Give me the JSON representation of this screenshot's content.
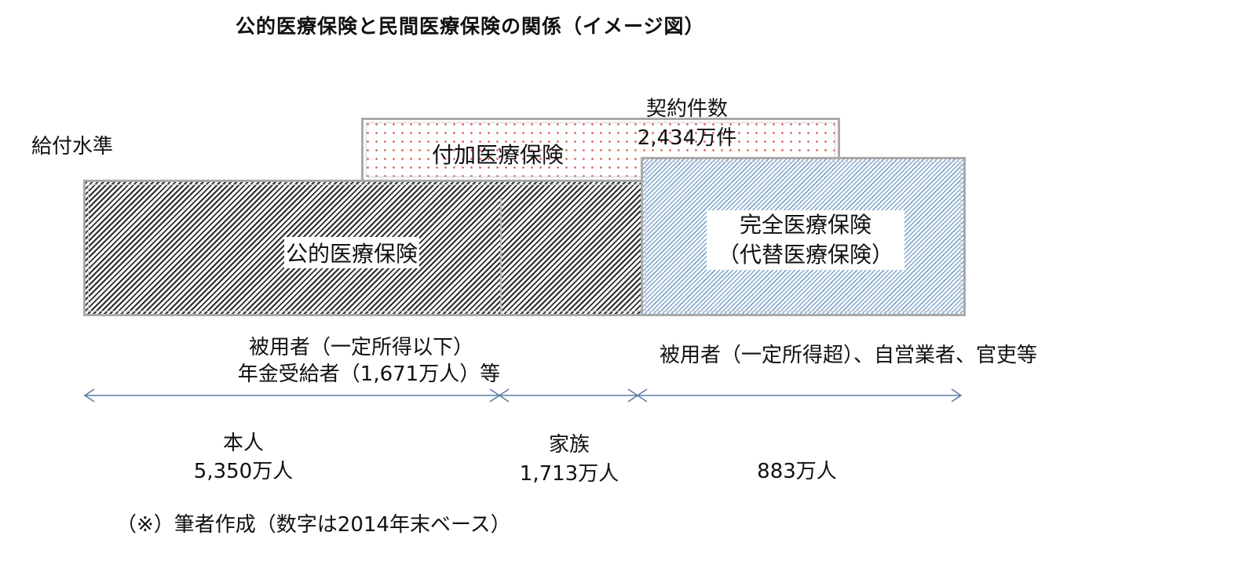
{
  "title": "公的医療保険と民間医療保険の関係（イメージ図）",
  "labels": {
    "benefit_level": "給付水準",
    "contracts_line1": "契約件数",
    "contracts_line2": "2,434万件",
    "rider_insurance": "付加医療保険",
    "public_insurance": "公的医療保険",
    "full_insurance_line1": "完全医療保険",
    "full_insurance_line2": "（代替医療保険）",
    "left_group_line1": "被用者（一定所得以下）",
    "left_group_line2": "年金受給者（1,671万人）等",
    "right_group": "被用者（一定所得超）、自営業者、官吏等",
    "insured_self_line1": "本人",
    "insured_self_line2": "5,350万人",
    "family_line1": "家族",
    "family_line2": "1,713万人",
    "right_count": "883万人",
    "note": "（※）筆者作成（数字は2014年末ベース）"
  },
  "colors": {
    "public_hatch": "#2b2b2b",
    "full_hatch": "#7fa6cf",
    "rider_dots": "#d9534f",
    "arrow": "#5b7fa6",
    "border": "#a9a9a9"
  }
}
